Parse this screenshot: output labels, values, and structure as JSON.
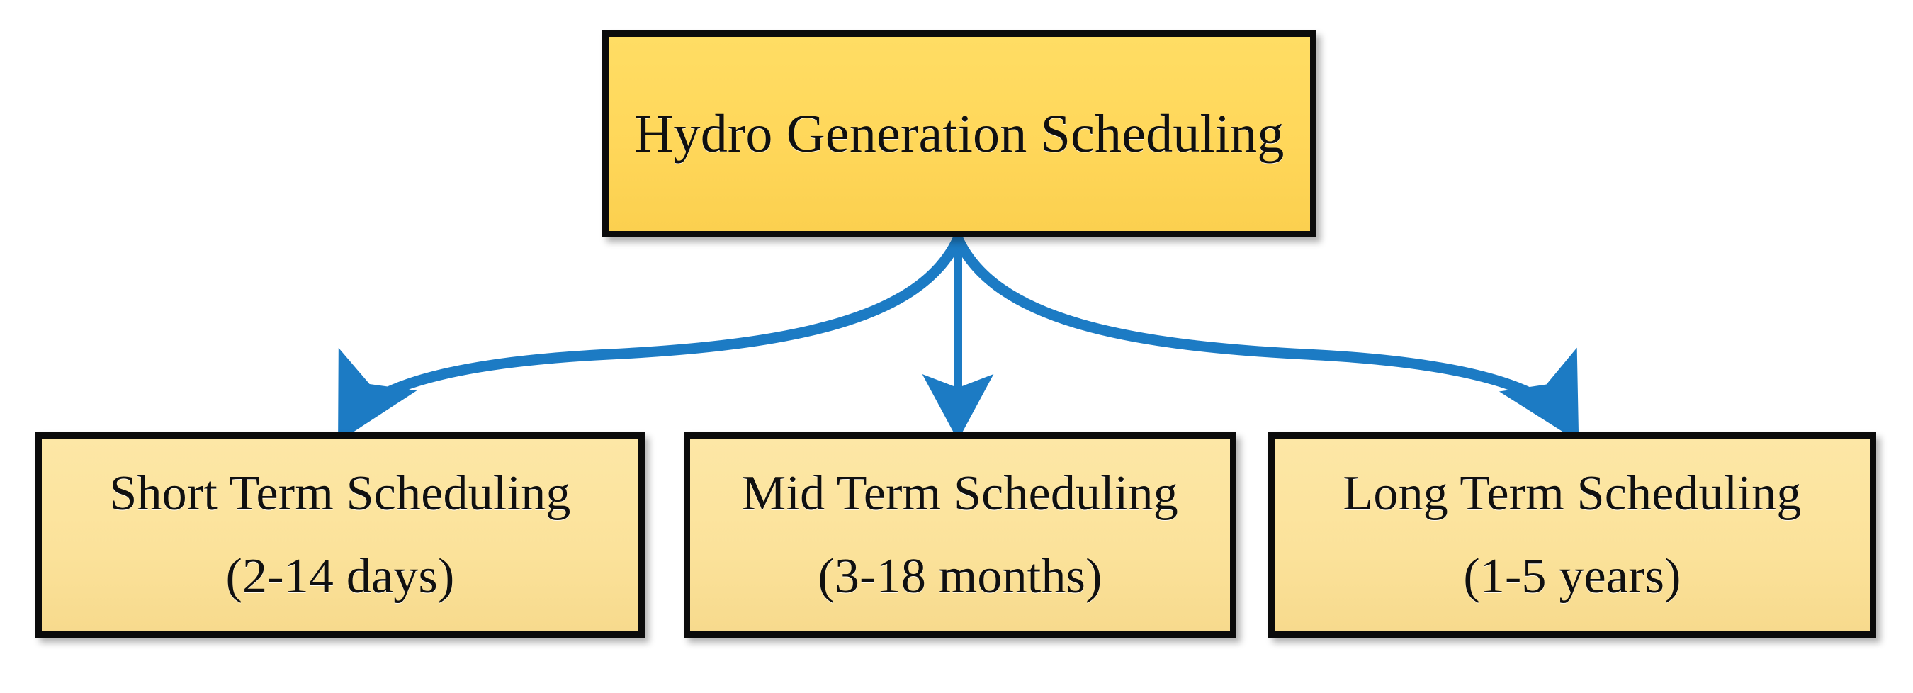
{
  "diagram": {
    "type": "hierarchy-tree",
    "title": "Hydro Generation Scheduling",
    "root": {
      "label": "Hydro Generation Scheduling"
    },
    "children": [
      {
        "id": "short-term",
        "label": "Short Term Scheduling",
        "horizon": "(2-14 days)"
      },
      {
        "id": "mid-term",
        "label": "Mid Term Scheduling",
        "horizon": "(3-18 months)"
      },
      {
        "id": "long-term",
        "label": "Long Term Scheduling",
        "horizon": "(1-5 years)"
      }
    ],
    "connectors": {
      "count": 3,
      "style": "curved-arrow",
      "arrowhead": "filled-triangle",
      "origin_label": "Hydro Generation Scheduling"
    },
    "colors": {
      "root_fill": "#FFD95A",
      "leaf_fill": "#FBE29A",
      "border": "#0B0B0B",
      "arrow": "#1C7BC4",
      "text": "#101010",
      "background": "#FFFFFF"
    }
  }
}
